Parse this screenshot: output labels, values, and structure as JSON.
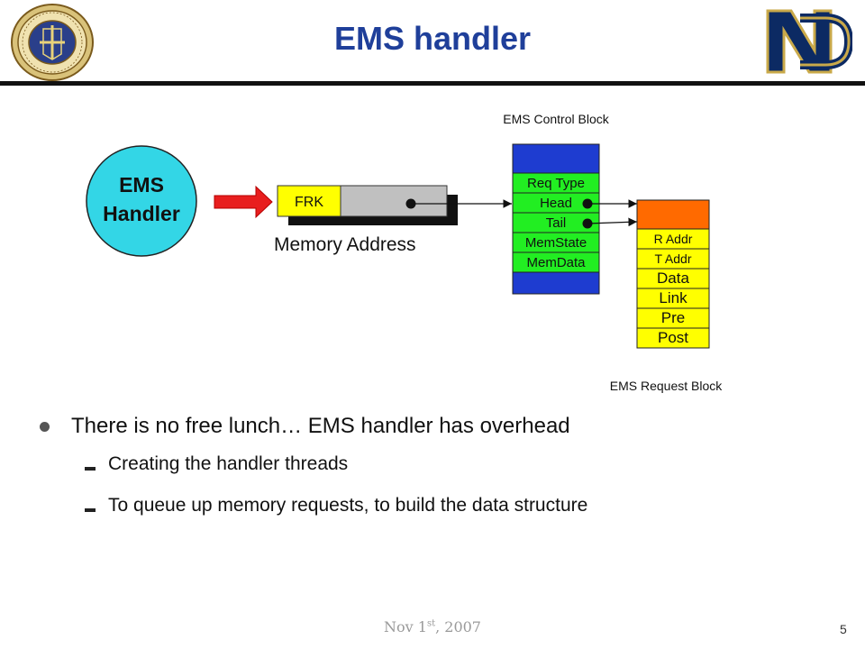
{
  "slide": {
    "title": "EMS handler",
    "footer_date_main": "Nov 1",
    "footer_date_sup": "st",
    "footer_date_year": ", 2007",
    "page_number": "5"
  },
  "diagram": {
    "handler_line1": "EMS",
    "handler_line2": "Handler",
    "frk_label": "FRK",
    "memory_address_label": "Memory Address",
    "control_block_title": "EMS Control Block",
    "control_block_fields": [
      "Req Type",
      "Head",
      "Tail",
      "MemState",
      "MemData"
    ],
    "request_block_title": "EMS Request Block",
    "request_block_fields": [
      "R Addr",
      "T Addr",
      "Data",
      "Link",
      "Pre",
      "Post"
    ],
    "colors": {
      "circle": "#33d6e6",
      "arrow_red": "#e81e1e",
      "frk_yellow": "#ffff00",
      "address_gray": "#c0c0c0",
      "control_blue": "#1e3cd0",
      "control_green": "#22ee22",
      "request_orange": "#ff6a00",
      "request_yellow": "#ffff00"
    }
  },
  "bullets": {
    "main": "There is no free lunch… EMS handler has overhead",
    "sub": [
      "Creating the handler threads",
      "To queue up memory requests, to build the data structure"
    ]
  },
  "logos": {
    "left": "university-seal-icon",
    "right": "nd-monogram-icon"
  }
}
